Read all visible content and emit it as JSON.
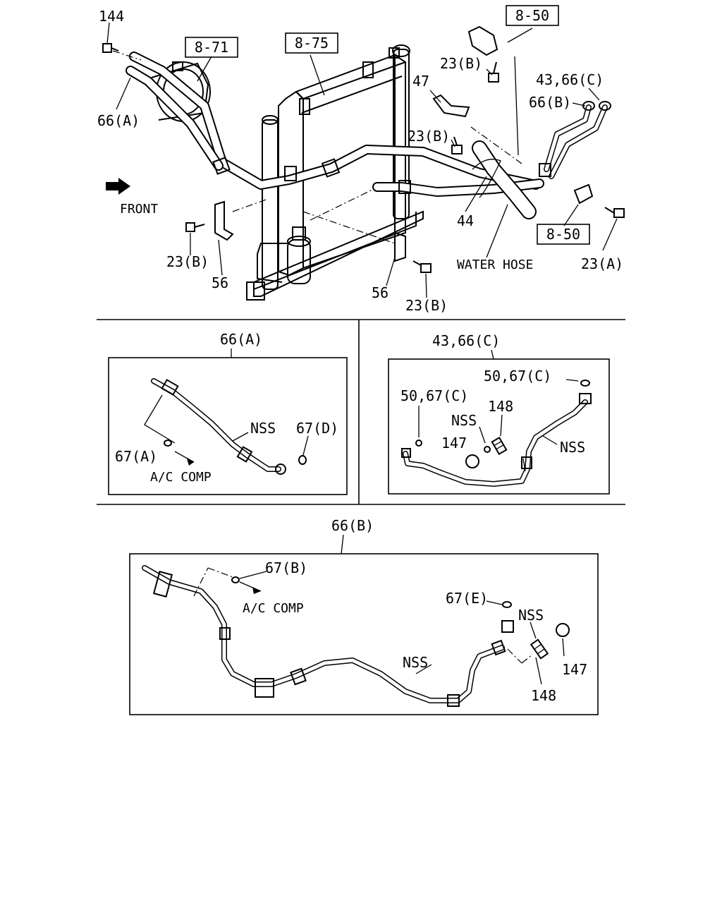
{
  "main_view": {
    "refs": {
      "ref_8_71": "8-71",
      "ref_8_75": "8-75",
      "ref_8_50_top": "8-50",
      "ref_8_50_bottom": "8-50"
    },
    "labels": {
      "p144": "144",
      "p66a": "66(A)",
      "front": "FRONT",
      "p23b_left": "23(B)",
      "p56_left": "56",
      "p23b_top": "23(B)",
      "p47": "47",
      "p23b_mid": "23(B)",
      "p43_66c": "43,66(C)",
      "p66b": "66(B)",
      "p44": "44",
      "water_hose": "WATER HOSE",
      "p23a": "23(A)",
      "p56_bottom": "56",
      "p23b_bottom": "23(B)"
    },
    "icons": {
      "front_arrow": "arrow-icon"
    }
  },
  "panel_66a": {
    "title": "66(A)",
    "nss": "NSS",
    "p67d": "67(D)",
    "p67a": "67(A)",
    "ac_comp": "A/C COMP"
  },
  "panel_43_66c": {
    "title": "43,66(C)",
    "p50_67c_right": "50,67(C)",
    "p50_67c_left": "50,67(C)",
    "p148": "148",
    "nss_small": "NSS",
    "p147": "147",
    "nss_right": "NSS"
  },
  "panel_66b": {
    "title": "66(B)",
    "p67b": "67(B)",
    "ac_comp": "A/C COMP",
    "p67e": "67(E)",
    "nss_right": "NSS",
    "nss_mid": "NSS",
    "p147": "147",
    "p148": "148"
  }
}
